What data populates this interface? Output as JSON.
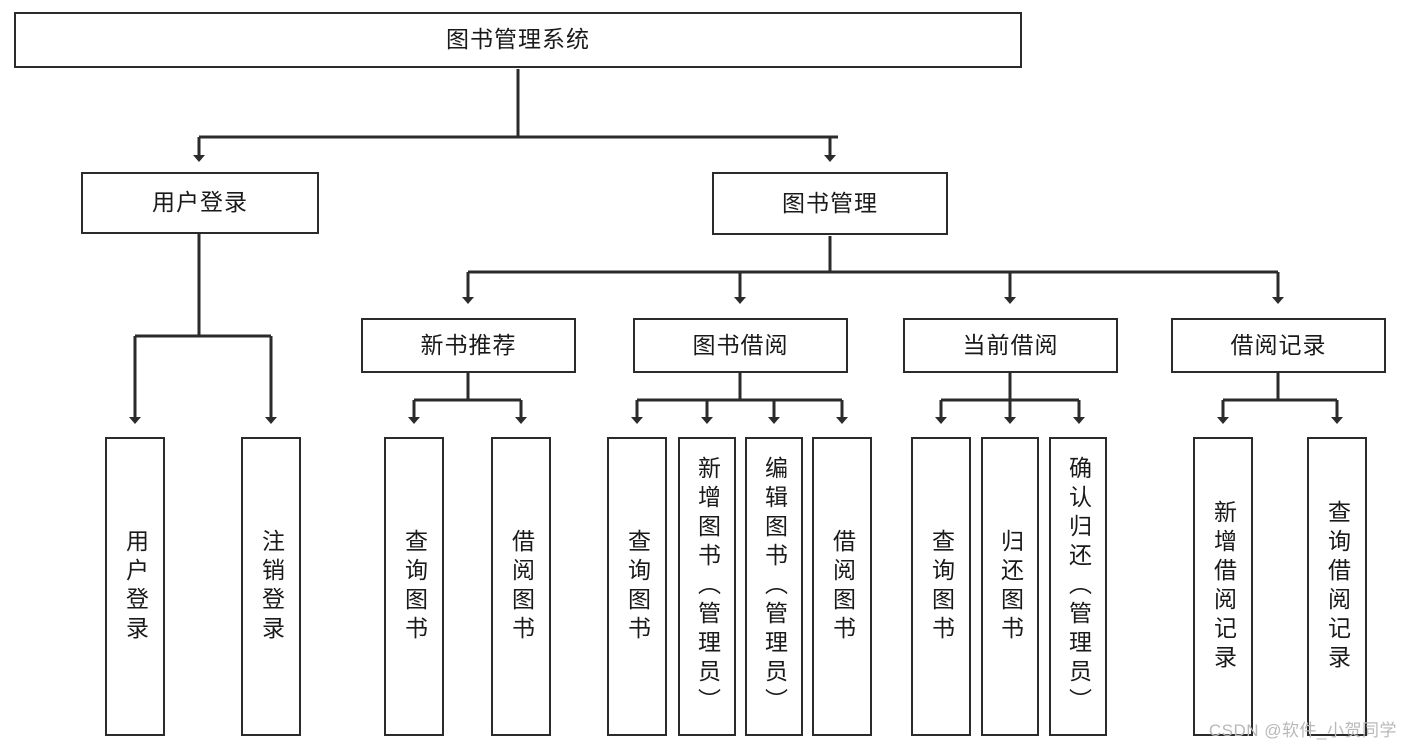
{
  "diagram": {
    "title": "图书管理系统",
    "watermark": "CSDN @软件_小贺同学",
    "colors": {
      "border": "#2b2b2b",
      "background": "#ffffff",
      "text": "#1a1a1a",
      "watermark": "#b9b9b9"
    },
    "levels": {
      "root": {
        "label": "图书管理系统"
      },
      "level2": [
        {
          "label": "用户登录"
        },
        {
          "label": "图书管理"
        }
      ],
      "level3": [
        {
          "label": "新书推荐"
        },
        {
          "label": "图书借阅"
        },
        {
          "label": "当前借阅"
        },
        {
          "label": "借阅记录"
        }
      ],
      "leaves": {
        "user_login": [
          {
            "label": "用户登录"
          },
          {
            "label": "注销登录"
          }
        ],
        "new_book_recommend": [
          {
            "label": "查询图书"
          },
          {
            "label": "借阅图书"
          }
        ],
        "book_borrow": [
          {
            "label": "查询图书"
          },
          {
            "label": "新增图书（管理员）"
          },
          {
            "label": "编辑图书（管理员）"
          },
          {
            "label": "借阅图书"
          }
        ],
        "current_borrow": [
          {
            "label": "查询图书"
          },
          {
            "label": "归还图书"
          },
          {
            "label": "确认归还（管理员）"
          }
        ],
        "borrow_record": [
          {
            "label": "新增借阅记录"
          },
          {
            "label": "查询借阅记录"
          }
        ]
      }
    }
  }
}
